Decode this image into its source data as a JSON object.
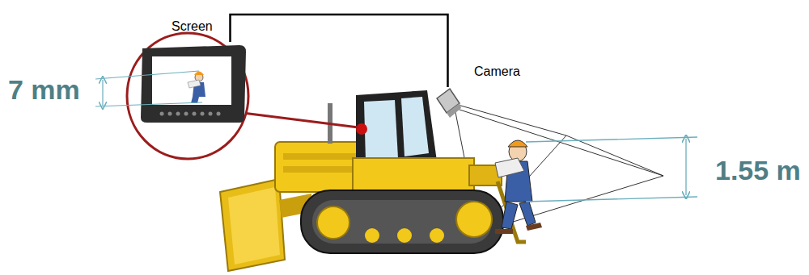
{
  "diagram": {
    "nodes": [
      {
        "text": [
          "Screen"
        ]
      },
      {
        "text": [
          "Camera"
        ]
      }
    ],
    "edges": [
      {
        "from": 0,
        "to": 1,
        "arrow": "none"
      }
    ],
    "labels": [
      "7 mm",
      "1.55 m"
    ]
  }
}
